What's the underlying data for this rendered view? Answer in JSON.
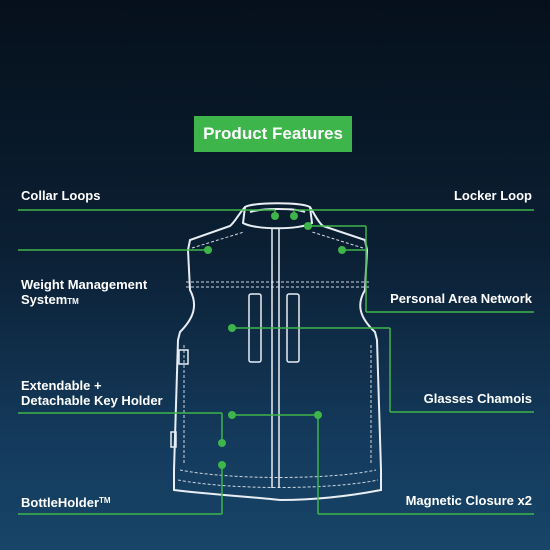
{
  "header": {
    "title": "Product Features"
  },
  "features": {
    "collar_loops": "Collar Loops",
    "locker_loop": "Locker Loop",
    "weight_management_line1": "Weight Management",
    "weight_management_line2": "System",
    "weight_management_tm": "TM",
    "personal_area_network": "Personal Area Network",
    "key_holder_line1": "Extendable +",
    "key_holder_line2": "Detachable Key Holder",
    "glasses_chamois": "Glasses Chamois",
    "bottle_holder": "BottleHolder",
    "bottle_holder_tm": "TM",
    "magnetic_closure": "Magnetic Closure x2"
  },
  "colors": {
    "accent": "#3db54a",
    "line": "#3db54a",
    "outline": "#e8eef4"
  }
}
